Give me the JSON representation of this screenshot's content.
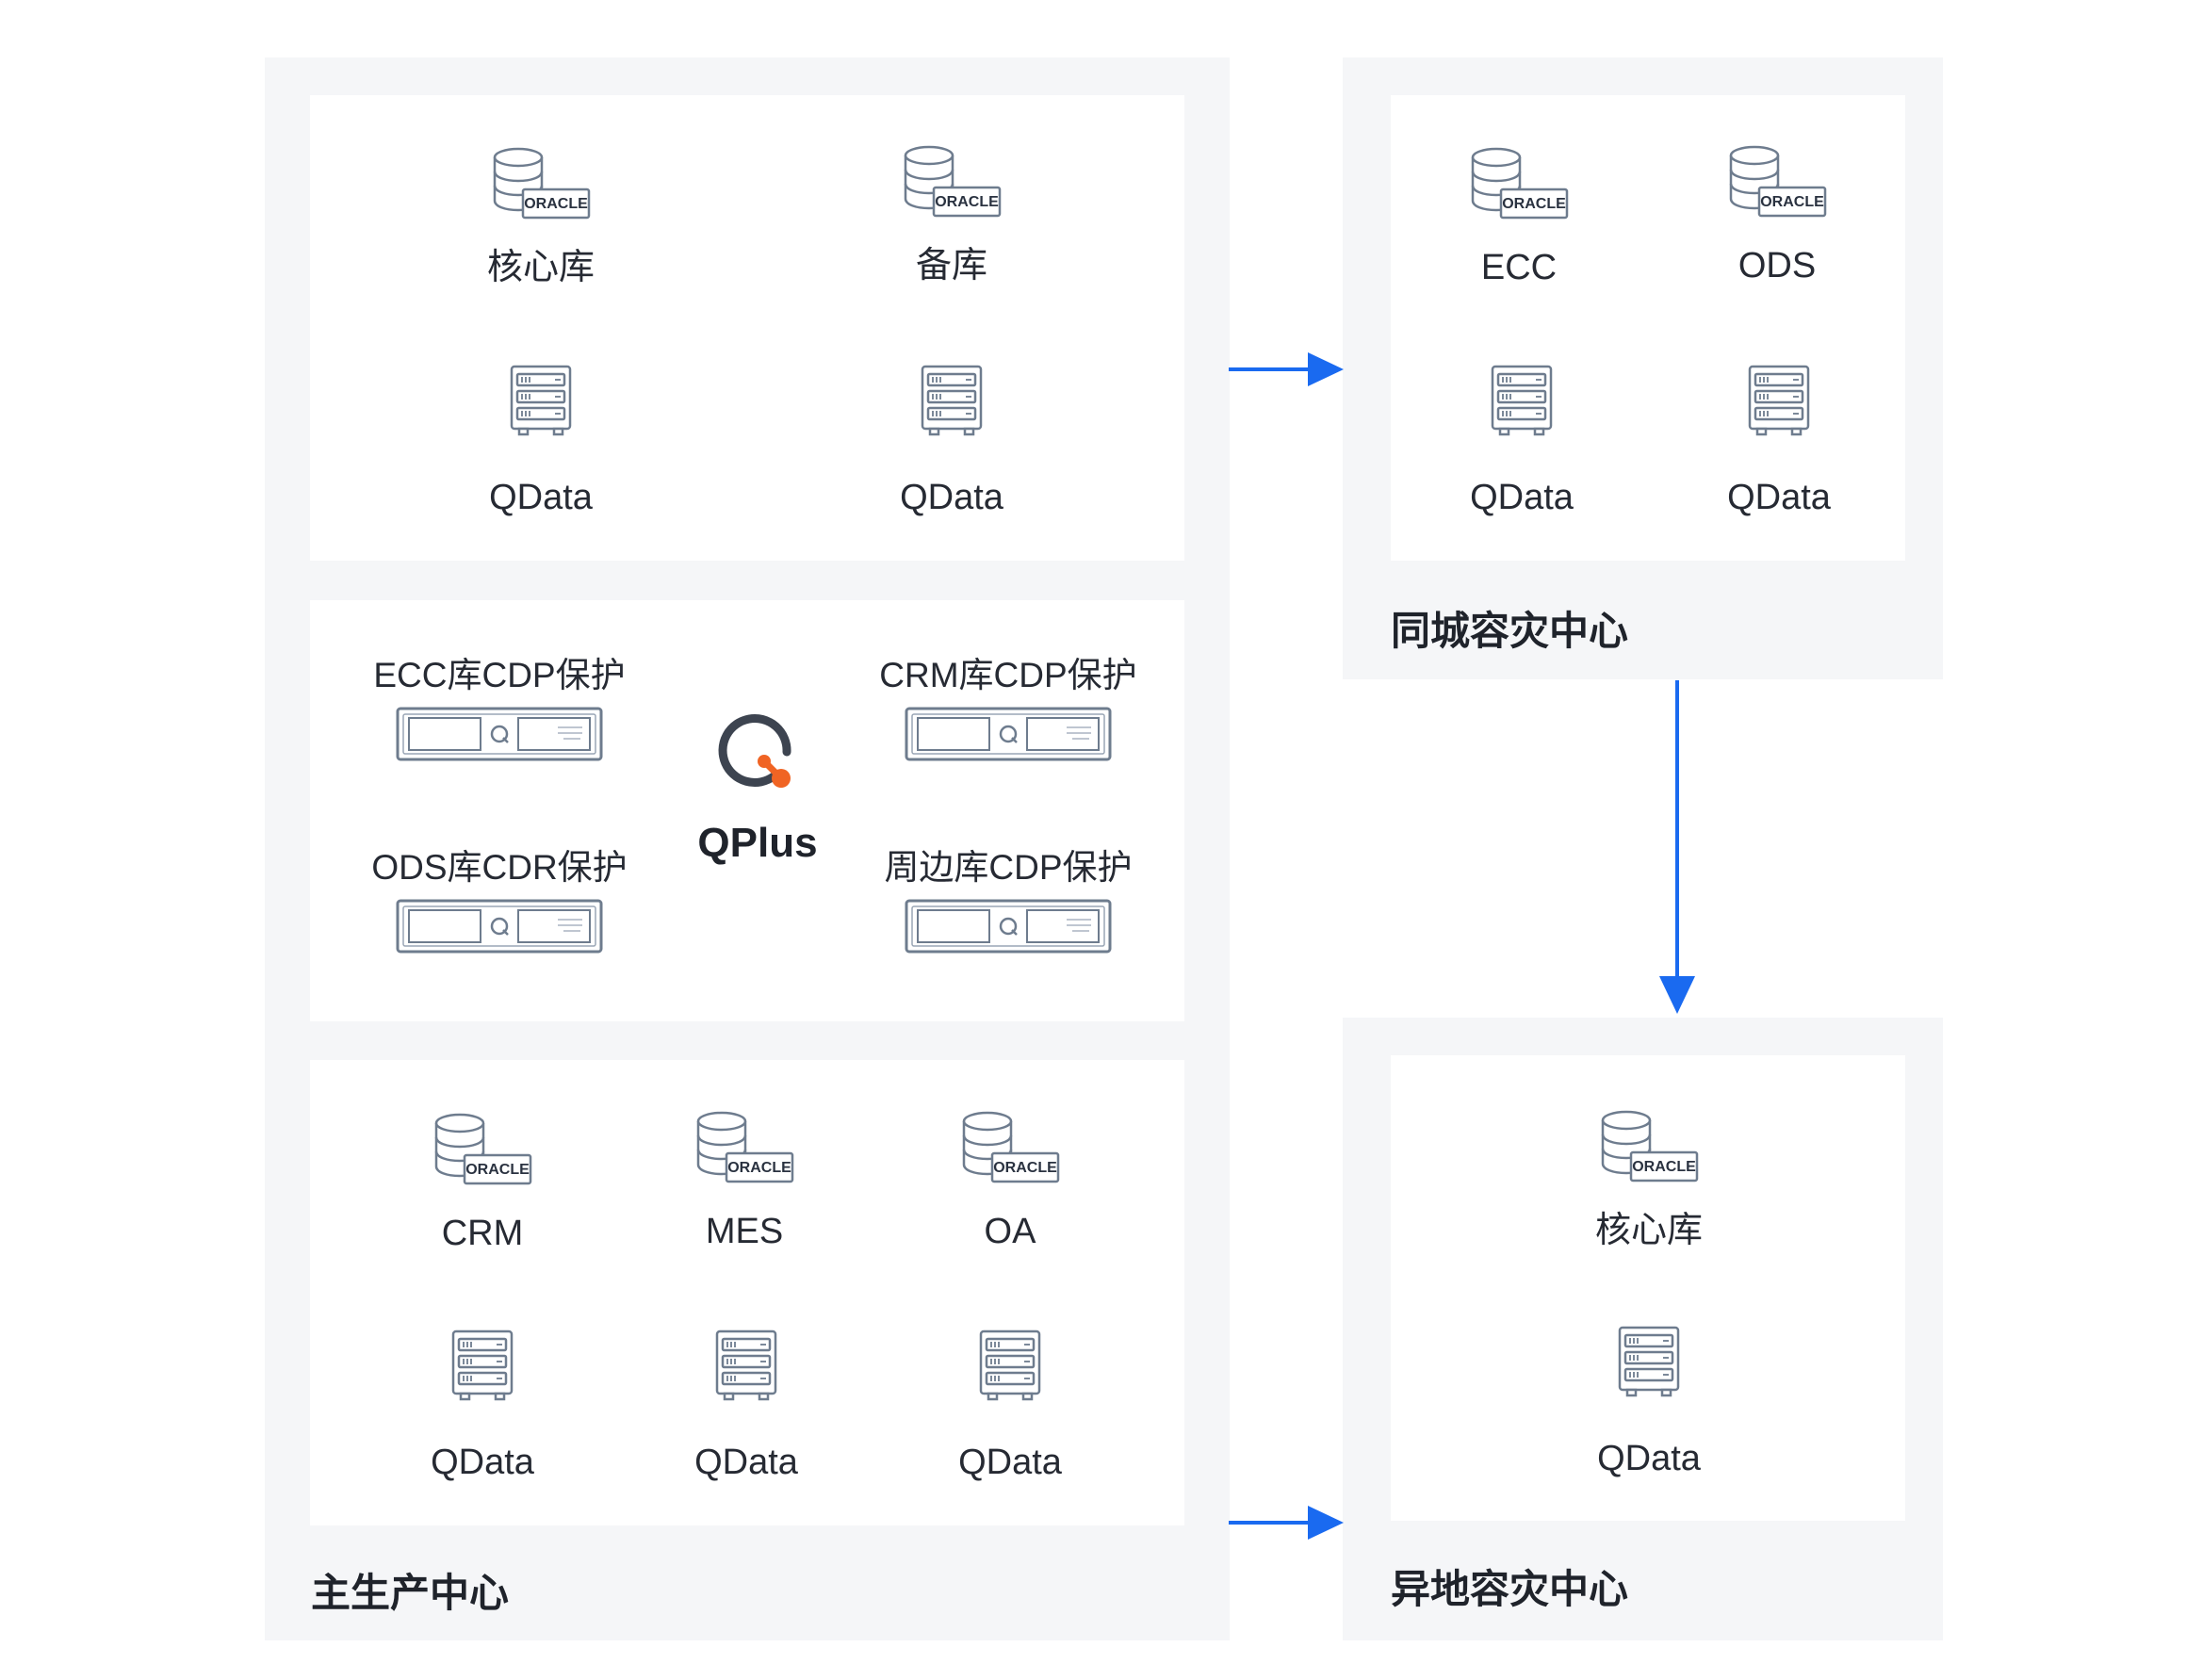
{
  "main_center": {
    "title": "主生产中心",
    "top_panel": {
      "nodes": [
        {
          "label": "核心库",
          "type": "oracle-db"
        },
        {
          "label": "备库",
          "type": "oracle-db"
        },
        {
          "label": "QData",
          "type": "server"
        },
        {
          "label": "QData",
          "type": "server"
        }
      ]
    },
    "protection_panel": {
      "devices": [
        {
          "label": "ECC库CDP保护"
        },
        {
          "label": "CRM库CDP保护"
        },
        {
          "label": "ODS库CDR保护"
        },
        {
          "label": "周边库CDP保护"
        }
      ],
      "product": {
        "label": "QPlus"
      }
    },
    "bottom_panel": {
      "nodes": [
        {
          "label": "CRM",
          "type": "oracle-db"
        },
        {
          "label": "MES",
          "type": "oracle-db"
        },
        {
          "label": "OA",
          "type": "oracle-db"
        },
        {
          "label": "QData",
          "type": "server"
        },
        {
          "label": "QData",
          "type": "server"
        },
        {
          "label": "QData",
          "type": "server"
        }
      ]
    }
  },
  "same_city_center": {
    "title": "同城容灾中心",
    "nodes": [
      {
        "label": "ECC",
        "type": "oracle-db"
      },
      {
        "label": "ODS",
        "type": "oracle-db"
      },
      {
        "label": "QData",
        "type": "server"
      },
      {
        "label": "QData",
        "type": "server"
      }
    ]
  },
  "remote_center": {
    "title": "异地容灾中心",
    "nodes": [
      {
        "label": "核心库",
        "type": "oracle-db"
      },
      {
        "label": "QData",
        "type": "server"
      }
    ]
  },
  "db_badge_text": "ORACLE",
  "colors": {
    "arrow": "#1a6af0",
    "region_bg": "#f5f6f8",
    "panel_bg": "#ffffff",
    "icon_stroke": "#6e7c8e",
    "qplus_orange": "#f06424",
    "qplus_ring": "#3d4450"
  }
}
